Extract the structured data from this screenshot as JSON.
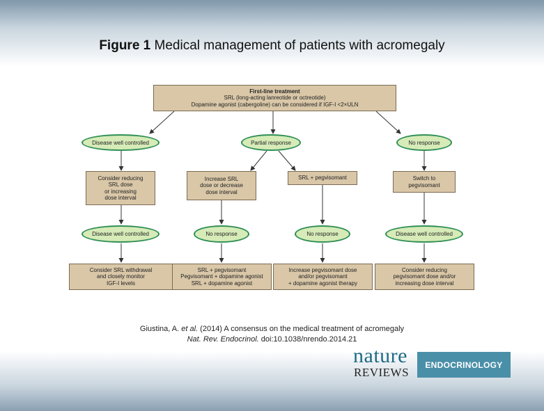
{
  "title": {
    "bold": "Figure 1",
    "rest": "Medical management of patients with acromegaly"
  },
  "colors": {
    "box_fill": "#d9c7a8",
    "oval_fill": "#d6ebb8",
    "oval_border": "#2f8f55",
    "brand": "#4a8fa8"
  },
  "flow": {
    "first_line": {
      "heading": "First-line treatment",
      "line1": "SRL (long-acting lanreotide or octreotide)",
      "line2": "Dopamine agonist (cabergoline) can be considered if IGF-I <2×ULN"
    },
    "responses": {
      "left": "Disease well controlled",
      "middle": "Partial response",
      "right": "No response"
    },
    "step2": {
      "reduce": [
        "Consider reducing",
        "SRL dose",
        "or increasing",
        "dose interval"
      ],
      "increase": [
        "Increase SRL",
        "dose or decrease",
        "dose interval"
      ],
      "pegv": [
        "SRL + pegvisomant"
      ],
      "switch": [
        "Switch to",
        "pegvisomant"
      ]
    },
    "outcomes2": {
      "a": "Disease well controlled",
      "b": "No response",
      "c": "No response",
      "d": "Disease well controlled"
    },
    "final": {
      "a": [
        "Consider SRL withdrawal",
        "and closely monitor",
        "IGF-I levels"
      ],
      "b": [
        "SRL + pegvisomant",
        "Pegvisomant + dopamine agonist",
        "SRL + dopamine agonist"
      ],
      "c": [
        "Increase pegvisomant dose",
        "and/or pegvisomant",
        "+ dopamine agonist therapy"
      ],
      "d": [
        "Consider reducing",
        "pegvisomant dose and/or",
        "increasing dose interval"
      ]
    }
  },
  "citation": {
    "authors": "Giustina, A.",
    "etal": "et al.",
    "rest": "(2014) A consensus on the medical treatment of acromegaly",
    "journal": "Nat. Rev. Endocrinol.",
    "doi": "doi:10.1038/nrendo.2014.21"
  },
  "logo": {
    "word1": "nature",
    "word2": "REVIEWS",
    "band": "ENDOCRINOLOGY"
  }
}
